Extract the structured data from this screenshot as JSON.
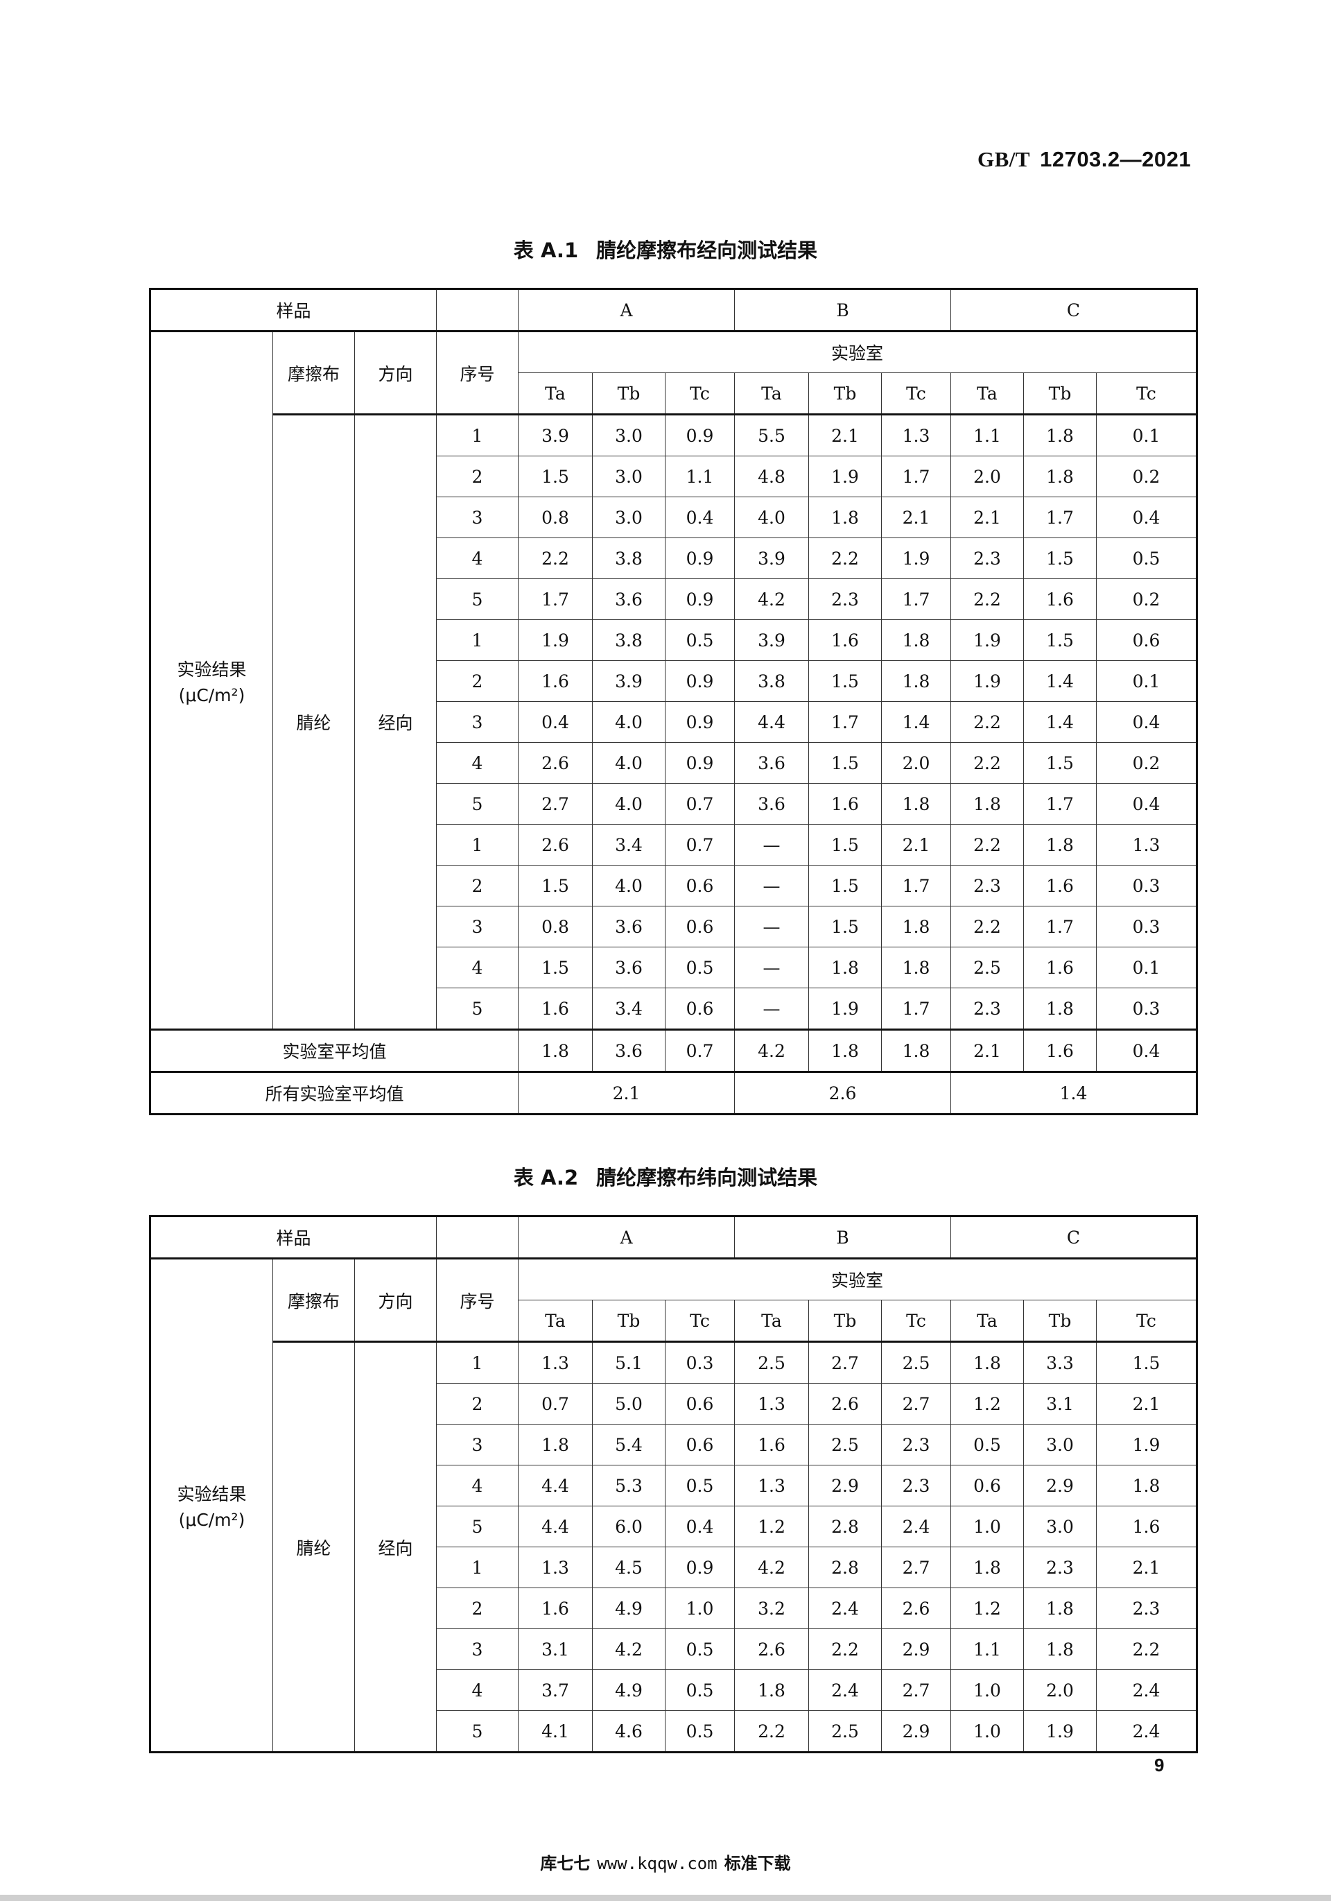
{
  "header": {
    "std_prefix": "GB/T",
    "std_number": "12703.2—2021"
  },
  "table1": {
    "caption_num": "表 A.1",
    "caption_title": "腈纶摩擦布经向测试结果",
    "header": {
      "sample_label": "样品",
      "samples": [
        "A",
        "B",
        "C"
      ],
      "result_label": "实验结果",
      "unit": "(μC/m²)",
      "cloth_label": "摩擦布",
      "direction_label": "方向",
      "seq_label": "序号",
      "lab_label": "实验室",
      "sub_cols": [
        "Ta",
        "Tb",
        "Tc",
        "Ta",
        "Tb",
        "Tc",
        "Ta",
        "Tb",
        "Tc"
      ]
    },
    "cloth": "腈纶",
    "direction": "经向",
    "rows": [
      {
        "seq": "1",
        "v": [
          "3.9",
          "3.0",
          "0.9",
          "5.5",
          "2.1",
          "1.3",
          "1.1",
          "1.8",
          "0.1"
        ]
      },
      {
        "seq": "2",
        "v": [
          "1.5",
          "3.0",
          "1.1",
          "4.8",
          "1.9",
          "1.7",
          "2.0",
          "1.8",
          "0.2"
        ]
      },
      {
        "seq": "3",
        "v": [
          "0.8",
          "3.0",
          "0.4",
          "4.0",
          "1.8",
          "2.1",
          "2.1",
          "1.7",
          "0.4"
        ]
      },
      {
        "seq": "4",
        "v": [
          "2.2",
          "3.8",
          "0.9",
          "3.9",
          "2.2",
          "1.9",
          "2.3",
          "1.5",
          "0.5"
        ]
      },
      {
        "seq": "5",
        "v": [
          "1.7",
          "3.6",
          "0.9",
          "4.2",
          "2.3",
          "1.7",
          "2.2",
          "1.6",
          "0.2"
        ]
      },
      {
        "seq": "1",
        "v": [
          "1.9",
          "3.8",
          "0.5",
          "3.9",
          "1.6",
          "1.8",
          "1.9",
          "1.5",
          "0.6"
        ]
      },
      {
        "seq": "2",
        "v": [
          "1.6",
          "3.9",
          "0.9",
          "3.8",
          "1.5",
          "1.8",
          "1.9",
          "1.4",
          "0.1"
        ]
      },
      {
        "seq": "3",
        "v": [
          "0.4",
          "4.0",
          "0.9",
          "4.4",
          "1.7",
          "1.4",
          "2.2",
          "1.4",
          "0.4"
        ]
      },
      {
        "seq": "4",
        "v": [
          "2.6",
          "4.0",
          "0.9",
          "3.6",
          "1.5",
          "2.0",
          "2.2",
          "1.5",
          "0.2"
        ]
      },
      {
        "seq": "5",
        "v": [
          "2.7",
          "4.0",
          "0.7",
          "3.6",
          "1.6",
          "1.8",
          "1.8",
          "1.7",
          "0.4"
        ]
      },
      {
        "seq": "1",
        "v": [
          "2.6",
          "3.4",
          "0.7",
          "—",
          "1.5",
          "2.1",
          "2.2",
          "1.8",
          "1.3"
        ]
      },
      {
        "seq": "2",
        "v": [
          "1.5",
          "4.0",
          "0.6",
          "—",
          "1.5",
          "1.7",
          "2.3",
          "1.6",
          "0.3"
        ]
      },
      {
        "seq": "3",
        "v": [
          "0.8",
          "3.6",
          "0.6",
          "—",
          "1.5",
          "1.8",
          "2.2",
          "1.7",
          "0.3"
        ]
      },
      {
        "seq": "4",
        "v": [
          "1.5",
          "3.6",
          "0.5",
          "—",
          "1.8",
          "1.8",
          "2.5",
          "1.6",
          "0.1"
        ]
      },
      {
        "seq": "5",
        "v": [
          "1.6",
          "3.4",
          "0.6",
          "—",
          "1.9",
          "1.7",
          "2.3",
          "1.8",
          "0.3"
        ]
      }
    ],
    "lab_avg_label": "实验室平均值",
    "lab_avg": [
      "1.8",
      "3.6",
      "0.7",
      "4.2",
      "1.8",
      "1.8",
      "2.1",
      "1.6",
      "0.4"
    ],
    "all_avg_label": "所有实验室平均值",
    "all_avg": [
      "2.1",
      "2.6",
      "1.4"
    ]
  },
  "table2": {
    "caption_num": "表 A.2",
    "caption_title": "腈纶摩擦布纬向测试结果",
    "header": {
      "sample_label": "样品",
      "samples": [
        "A",
        "B",
        "C"
      ],
      "result_label": "实验结果",
      "unit": "(μC/m²)",
      "cloth_label": "摩擦布",
      "direction_label": "方向",
      "seq_label": "序号",
      "lab_label": "实验室",
      "sub_cols": [
        "Ta",
        "Tb",
        "Tc",
        "Ta",
        "Tb",
        "Tc",
        "Ta",
        "Tb",
        "Tc"
      ]
    },
    "cloth": "腈纶",
    "direction": "经向",
    "rows": [
      {
        "seq": "1",
        "v": [
          "1.3",
          "5.1",
          "0.3",
          "2.5",
          "2.7",
          "2.5",
          "1.8",
          "3.3",
          "1.5"
        ]
      },
      {
        "seq": "2",
        "v": [
          "0.7",
          "5.0",
          "0.6",
          "1.3",
          "2.6",
          "2.7",
          "1.2",
          "3.1",
          "2.1"
        ]
      },
      {
        "seq": "3",
        "v": [
          "1.8",
          "5.4",
          "0.6",
          "1.6",
          "2.5",
          "2.3",
          "0.5",
          "3.0",
          "1.9"
        ]
      },
      {
        "seq": "4",
        "v": [
          "4.4",
          "5.3",
          "0.5",
          "1.3",
          "2.9",
          "2.3",
          "0.6",
          "2.9",
          "1.8"
        ]
      },
      {
        "seq": "5",
        "v": [
          "4.4",
          "6.0",
          "0.4",
          "1.2",
          "2.8",
          "2.4",
          "1.0",
          "3.0",
          "1.6"
        ]
      },
      {
        "seq": "1",
        "v": [
          "1.3",
          "4.5",
          "0.9",
          "4.2",
          "2.8",
          "2.7",
          "1.8",
          "2.3",
          "2.1"
        ]
      },
      {
        "seq": "2",
        "v": [
          "1.6",
          "4.9",
          "1.0",
          "3.2",
          "2.4",
          "2.6",
          "1.2",
          "1.8",
          "2.3"
        ]
      },
      {
        "seq": "3",
        "v": [
          "3.1",
          "4.2",
          "0.5",
          "2.6",
          "2.2",
          "2.9",
          "1.1",
          "1.8",
          "2.2"
        ]
      },
      {
        "seq": "4",
        "v": [
          "3.7",
          "4.9",
          "0.5",
          "1.8",
          "2.4",
          "2.7",
          "1.0",
          "2.0",
          "2.4"
        ]
      },
      {
        "seq": "5",
        "v": [
          "4.1",
          "4.6",
          "0.5",
          "2.2",
          "2.5",
          "2.9",
          "1.0",
          "1.9",
          "2.4"
        ]
      }
    ]
  },
  "page_number": "9",
  "footer": {
    "brand": "库七七",
    "url": "www.kqqw.com",
    "tag": "标准下载"
  }
}
